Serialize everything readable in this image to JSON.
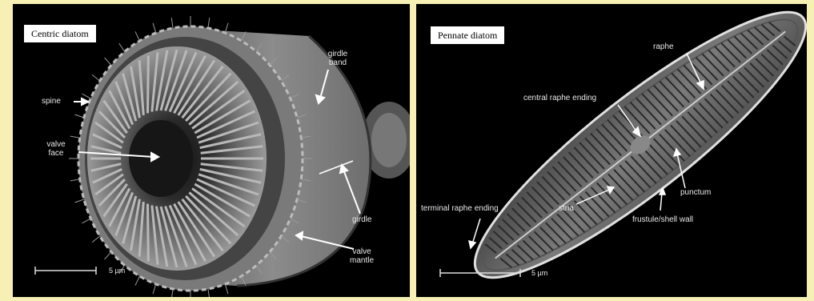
{
  "left_panel": {
    "title": "Centric diatom",
    "labels": {
      "spine": "spine",
      "valve_face": "valve face",
      "girdle_band": "girdle band",
      "girdle": "girdle",
      "valve_mantle": "valve mantle"
    },
    "scale_bar": "5 µm"
  },
  "right_panel": {
    "title": "Pennate diatom",
    "labels": {
      "raphe": "raphe",
      "central_raphe_ending": "central raphe ending",
      "terminal_raphe_ending": "terminal raphe ending",
      "stria": "stria",
      "punctum": "punctum",
      "frustule_wall": "frustule/shell wall"
    },
    "scale_bar": "5 µm"
  },
  "colors": {
    "frame": "#f7f0b4",
    "panel_background": "#000000",
    "label_text": "#e8e8e8"
  }
}
